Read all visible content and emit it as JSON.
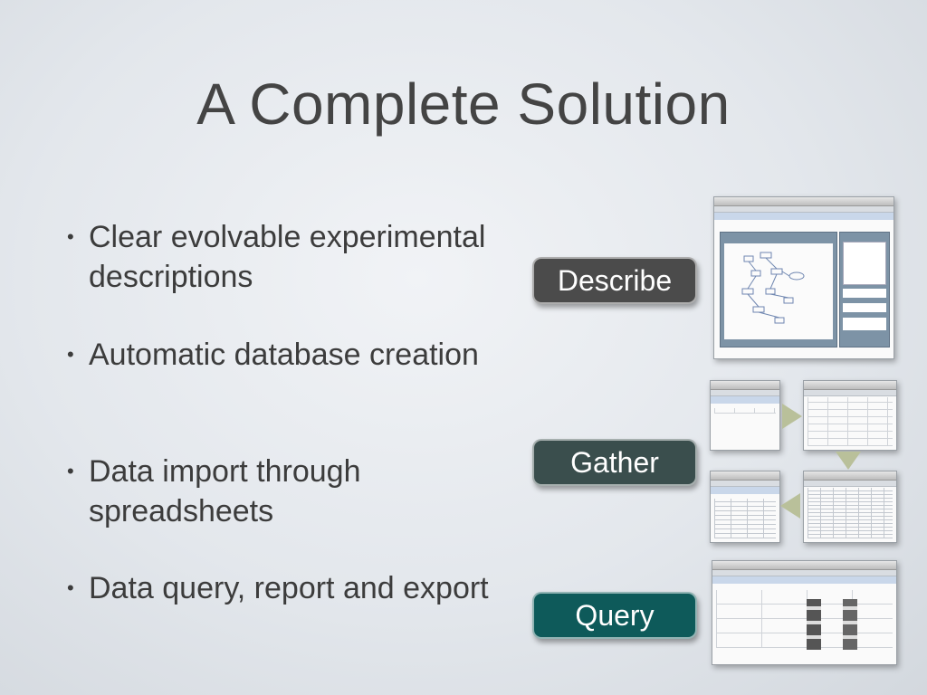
{
  "slide": {
    "title": "A Complete Solution",
    "bullets": [
      "Clear evolvable experimental descriptions",
      "Automatic database creation",
      "Data import through spreadsheets",
      "Data query, report and export"
    ],
    "stages": {
      "describe": "Describe",
      "gather": "Gather",
      "query": "Query"
    }
  },
  "colors": {
    "describe_pill": "#4b4b4b",
    "gather_pill": "#3a4e4d",
    "query_pill": "#0e5a5a",
    "arrow": "#b9c09a"
  },
  "icons": {
    "bullet": "bullet-dot-icon",
    "flow_arrow": "arrow-icon"
  }
}
